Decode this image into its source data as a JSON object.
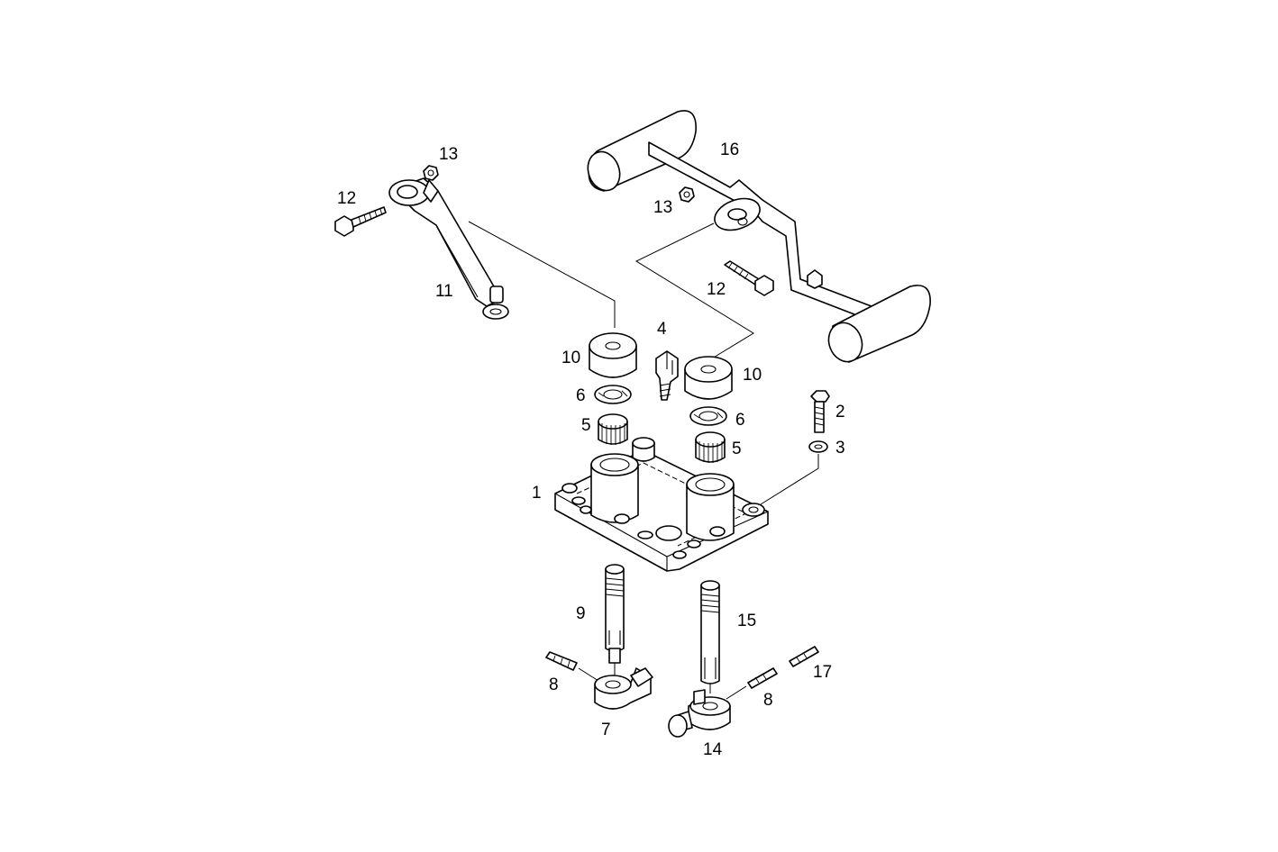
{
  "callouts": {
    "c1": "1",
    "c2": "2",
    "c3": "3",
    "c4": "4",
    "c5a": "5",
    "c5b": "5",
    "c6a": "6",
    "c6b": "6",
    "c7": "7",
    "c8a": "8",
    "c8b": "8",
    "c9": "9",
    "c10a": "10",
    "c10b": "10",
    "c11": "11",
    "c12a": "12",
    "c12b": "12",
    "c13a": "13",
    "c13b": "13",
    "c14": "14",
    "c15": "15",
    "c16": "16",
    "c17": "17"
  }
}
